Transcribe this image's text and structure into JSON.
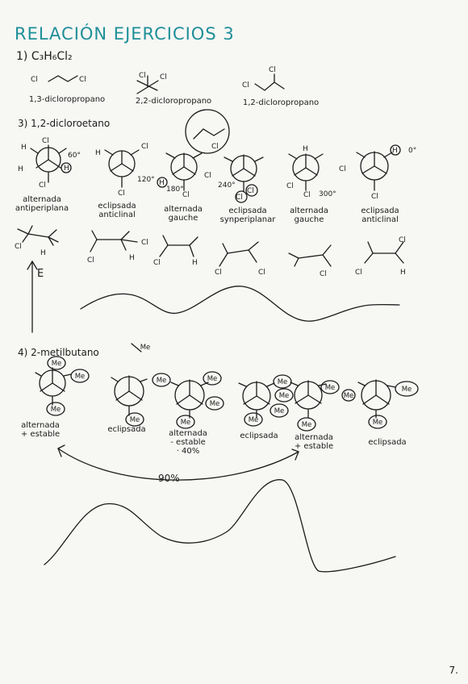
{
  "title": "RELACIÓN EJERCICIOS 3",
  "ex1": {
    "heading": "1) C₃H₆Cl₂",
    "isomers": [
      {
        "name": "1,3-dicloropropano"
      },
      {
        "name": "2,2-dicloropropano"
      },
      {
        "name": "1,2-dicloropropano"
      }
    ],
    "atom_cl": "Cl",
    "atom_h": "H"
  },
  "ex3": {
    "heading": "3) 1,2-dicloroetano",
    "angles": [
      "60°",
      "120°",
      "180°",
      "240°",
      "300°",
      "0°"
    ],
    "labels": [
      [
        "alternada",
        "antiperiplana"
      ],
      [
        "eclipsada",
        "anticlinal"
      ],
      [
        "alternada",
        "gauche"
      ],
      [
        "eclipsada",
        "synperiplanar"
      ],
      [
        "alternada",
        "gauche"
      ],
      [
        "eclipsada",
        "anticlinal"
      ]
    ],
    "axis_label": "E"
  },
  "ex4": {
    "heading": "4) 2-metilbutano",
    "me": "Me",
    "labels": [
      [
        "alternada",
        "+ estable"
      ],
      [
        "eclipsada"
      ],
      [
        "alternada",
        "- estable",
        "· 40%"
      ],
      [
        "eclipsada"
      ],
      [
        "alternada",
        "+ estable"
      ],
      [
        "eclipsada"
      ]
    ],
    "percent": "90%"
  },
  "page_number": "7."
}
